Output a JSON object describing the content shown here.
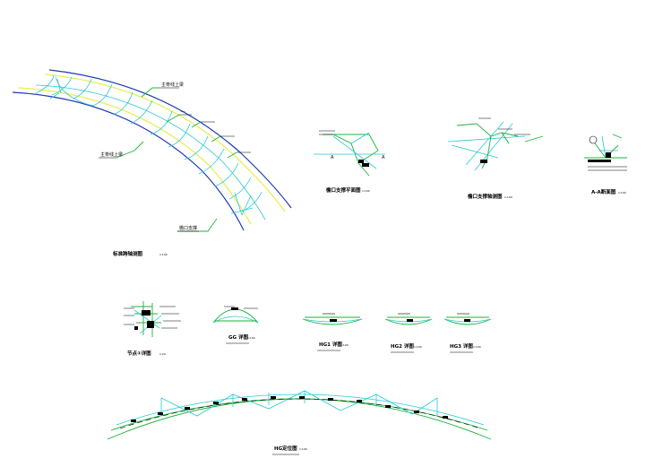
{
  "drawings": {
    "axonometric": {
      "title": "标准跨轴测图",
      "scale": "1:100",
      "callouts": [
        "主脊线上梁",
        "主脊线上梁",
        "檐口支撑"
      ]
    },
    "eave_plan": {
      "title": "檐口支撑平面图",
      "scale": "1:100",
      "marks": [
        "A",
        "A"
      ]
    },
    "eave_axon": {
      "title": "檐口支撑轴测图",
      "scale": "1:100"
    },
    "section_aa": {
      "title": "A-A断面图",
      "scale": "1:100"
    },
    "node_detail": {
      "title": "节点①详图",
      "scale": "1:20"
    },
    "gg_detail": {
      "title": "GG 详图",
      "scale": "1:100"
    },
    "hg1_detail": {
      "title": "HG1 详图",
      "scale": "1:100"
    },
    "hg2_detail": {
      "title": "HG2 详图",
      "scale": "1:100"
    },
    "hg3_detail": {
      "title": "HG3 详图",
      "scale": "1:100"
    },
    "hg_location": {
      "title": "HG定位图",
      "scale": "1:100"
    }
  },
  "colors": {
    "background": "#ffffff",
    "blue_edge": "#1f3bb5",
    "yellow_edge": "#e8ee5a",
    "cyan_member": "#28c8d8",
    "green_leader": "#1db33a",
    "annotation": "#000000"
  }
}
